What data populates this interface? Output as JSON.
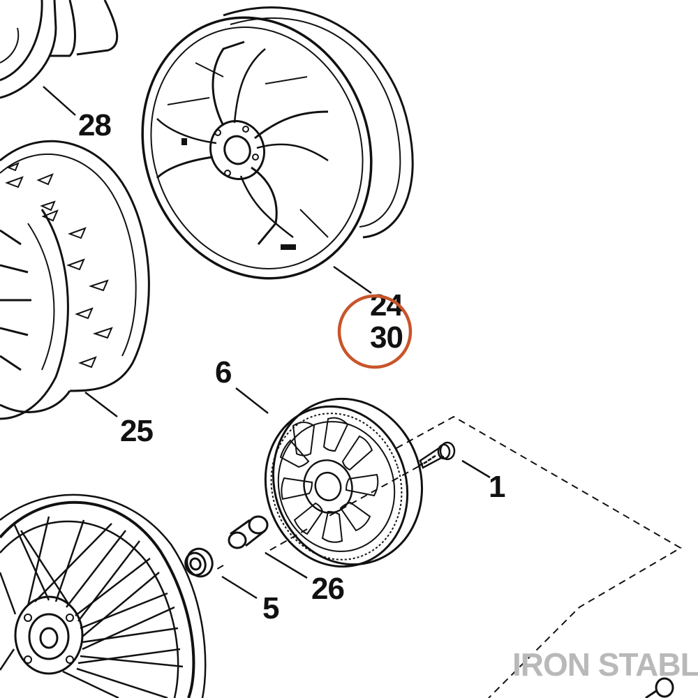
{
  "callouts": {
    "c28": "28",
    "c24": "24",
    "c30": "30",
    "c25": "25",
    "c6": "6",
    "c1": "1",
    "c26": "26",
    "c5": "5"
  },
  "watermark": "IRON STABLE",
  "colors": {
    "highlight": "#c8542a",
    "watermark": "#b9b9b9",
    "ink": "#111111"
  }
}
